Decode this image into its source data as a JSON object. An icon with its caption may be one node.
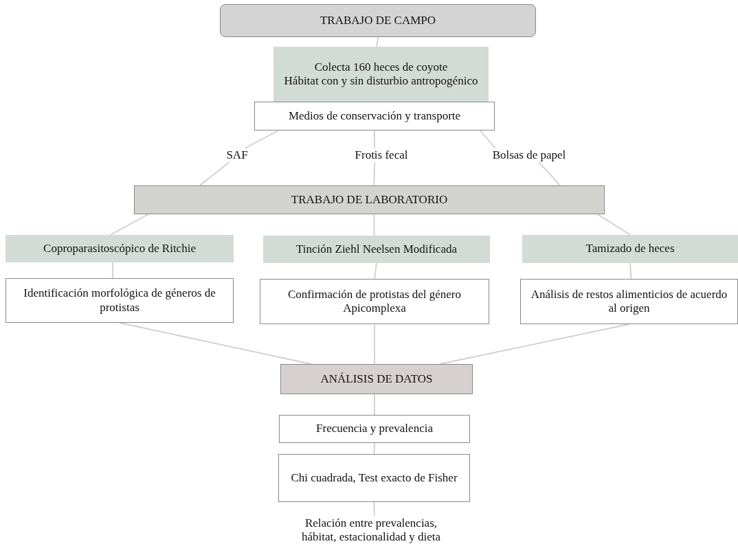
{
  "diagram": {
    "nodes": [
      {
        "text": [
          "TRABAJO DE CAMPO"
        ]
      },
      {
        "text": [
          "Colecta 160 heces de coyote",
          "Hábitat con y sin disturbio antropogénico"
        ]
      },
      {
        "text": [
          "Medios de conservación y transporte"
        ]
      },
      {
        "text": [
          "SAF"
        ]
      },
      {
        "text": [
          "Frotis fecal"
        ]
      },
      {
        "text": [
          "Bolsas de papel"
        ]
      },
      {
        "text": [
          "TRABAJO DE LABORATORIO"
        ]
      },
      {
        "text": [
          "Coproparasitoscópico de Ritchie"
        ]
      },
      {
        "text": [
          "Tinción Ziehl Neelsen Modificada"
        ]
      },
      {
        "text": [
          "Tamizado de heces"
        ]
      },
      {
        "text": [
          "Identificación morfológica de géneros de protistas"
        ]
      },
      {
        "text": [
          "Confirmación de protistas del género Apicomplexa"
        ]
      },
      {
        "text": [
          "Análisis de restos alimenticios de acuerdo al origen"
        ]
      },
      {
        "text": [
          "ANÁLISIS DE DATOS"
        ]
      },
      {
        "text": [
          "Frecuencia y prevalencia"
        ]
      },
      {
        "text": [
          "Chi cuadrada, Test exacto de Fisher"
        ]
      },
      {
        "text": [
          "Relación entre prevalencias, hábitat, estacionalidad y dieta"
        ]
      }
    ],
    "edges": [
      {
        "from": 0,
        "to": 1,
        "arrow": "none"
      },
      {
        "from": 2,
        "to": 3,
        "arrow": "none"
      },
      {
        "from": 2,
        "to": 4,
        "arrow": "none"
      },
      {
        "from": 2,
        "to": 5,
        "arrow": "none"
      },
      {
        "from": 3,
        "to": 6,
        "arrow": "none"
      },
      {
        "from": 4,
        "to": 6,
        "arrow": "none"
      },
      {
        "from": 5,
        "to": 6,
        "arrow": "none"
      },
      {
        "from": 6,
        "to": 7,
        "arrow": "none"
      },
      {
        "from": 6,
        "to": 8,
        "arrow": "none"
      },
      {
        "from": 6,
        "to": 9,
        "arrow": "none"
      },
      {
        "from": 7,
        "to": 10,
        "arrow": "none"
      },
      {
        "from": 8,
        "to": 11,
        "arrow": "none"
      },
      {
        "from": 9,
        "to": 12,
        "arrow": "none"
      },
      {
        "from": 10,
        "to": 13,
        "arrow": "none"
      },
      {
        "from": 11,
        "to": 13,
        "arrow": "none"
      },
      {
        "from": 12,
        "to": 13,
        "arrow": "none"
      },
      {
        "from": 13,
        "to": 14,
        "arrow": "none"
      },
      {
        "from": 14,
        "to": 15,
        "arrow": "none"
      },
      {
        "from": 15,
        "to": 16,
        "arrow": "none"
      }
    ]
  }
}
